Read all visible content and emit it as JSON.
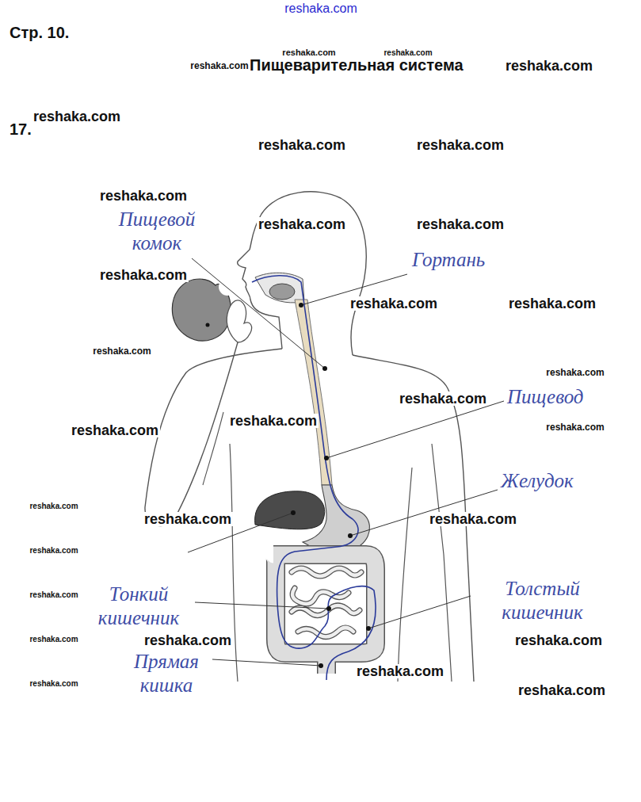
{
  "diagram": {
    "title": "Пищеварительная система",
    "labels": [
      "Стр. 10.",
      "reshaka.com",
      "reshaka.com",
      "reshaka.com",
      "reshaka.com",
      "reshaka.com",
      "reshaka.com",
      "17.",
      "reshaka.com",
      "reshaka.com",
      "reshaka.com",
      "Пищевой комок",
      "reshaka.com",
      "reshaka.com",
      "Гортань",
      "reshaka.com",
      "reshaka.com",
      "reshaka.com",
      "reshaka.com",
      "reshaka.com",
      "Пищевод",
      "reshaka.com",
      "reshaka.com",
      "reshaka.com",
      "reshaka.com",
      "Желудок",
      "reshaka.com",
      "reshaka.com",
      "reshaka.com",
      "reshaka.com",
      "reshaka.com",
      "Тонкий кишечник",
      "Толстый кишечник",
      "reshaka.com",
      "reshaka.com",
      "reshaka.com",
      "Прямая кишка",
      "reshaka.com",
      "reshaka.com",
      "reshaka.com"
    ]
  }
}
